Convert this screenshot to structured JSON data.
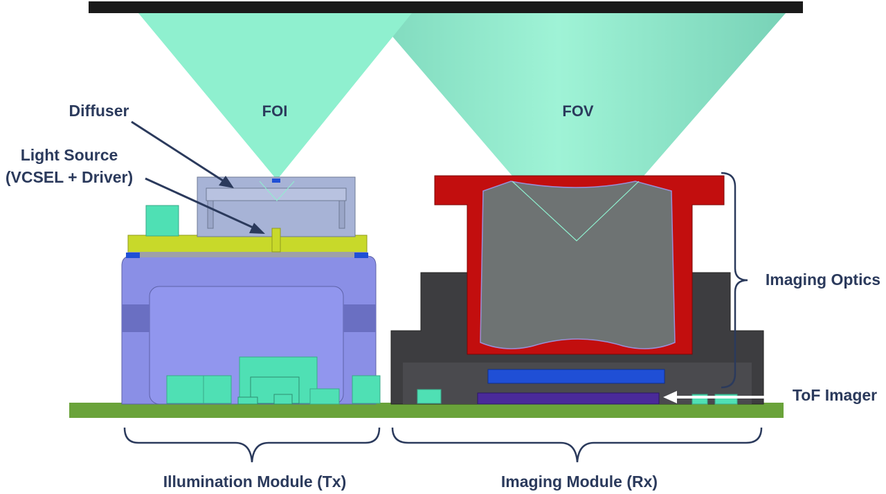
{
  "labels": {
    "foi": "FOI",
    "fov": "FOV",
    "diffuser": "Diffuser",
    "light_source_line1": "Light Source",
    "light_source_line2": "(VCSEL + Driver)",
    "imaging_optics": "Imaging Optics",
    "tof_imager": "ToF Imager",
    "illumination_module": "Illumination Module (Tx)",
    "imaging_module": "Imaging Module (Rx)"
  },
  "colors": {
    "beam": "#8ff0cf",
    "beam_dark": "#6fcfb4",
    "target_bar": "#1a1a1a",
    "pcb": "#6aa33a",
    "housing_tx": "#8a8fe6",
    "housing_tx_dark": "#6a6fc2",
    "lid_yellow": "#c8d92a",
    "diffuser_box": "#a7b3d6",
    "component": "#4fe0b4",
    "lens_red": "#c20e0e",
    "lens_gray": "#6e7373",
    "housing_rx": "#3d3d40",
    "sensor_blue": "#1f4fd6",
    "imager_purple": "#4a2a9a",
    "annotation": "#2b3a5c",
    "arrow_white": "#ffffff"
  },
  "icons": {
    "pointer_arrow": "arrow-icon",
    "bracket": "curly-brace-icon"
  }
}
